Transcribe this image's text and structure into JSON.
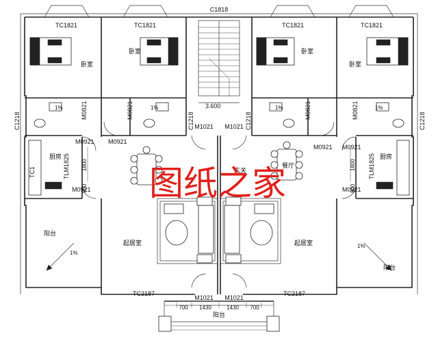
{
  "watermark": "图纸之家",
  "labels": {
    "c1818": "C1818",
    "tc1821": "TC1821",
    "bedroom": "卧室",
    "m0821": "M0821",
    "c1218": "C1218",
    "level": "3.600",
    "m1021": "M1021",
    "m0921": "M0921",
    "tlm1825": "TLM1825",
    "kitchen": "厨房",
    "tc1": "TC1",
    "dim1800": "1800",
    "dim900": "900",
    "dining": "餐厅",
    "entrance": "玄关",
    "living": "起居室",
    "balcony": "阳台",
    "slope": "1%",
    "tc2187": "TC2187",
    "dim700": "700",
    "dim1430": "1430"
  }
}
